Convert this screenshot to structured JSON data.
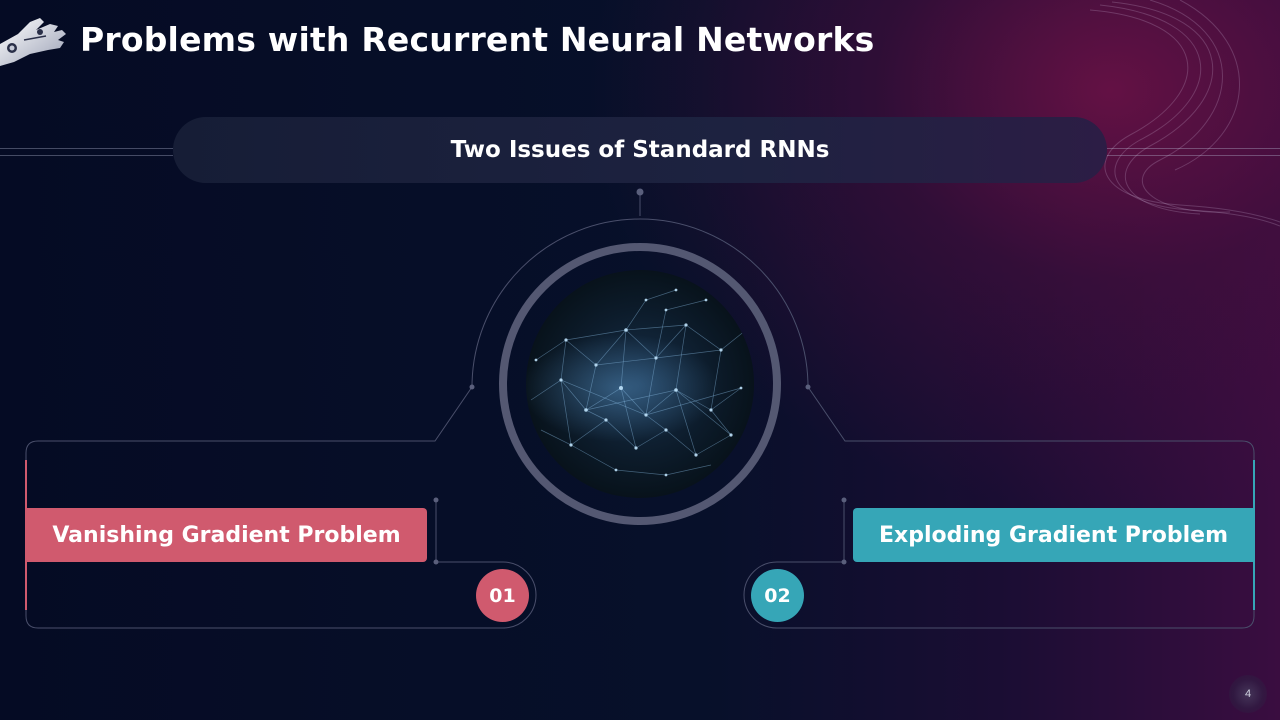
{
  "slide": {
    "title": "Problems with Recurrent Neural Networks",
    "banner": "Two Issues of Standard RNNs",
    "items": [
      {
        "number": "01",
        "label": "Vanishing Gradient Problem",
        "color": "#d05a6e"
      },
      {
        "number": "02",
        "label": "Exploding Gradient Problem",
        "color": "#36a6b7"
      }
    ],
    "page_number": "4",
    "icons": {
      "header": "robot-hand-icon",
      "center": "neural-network-image"
    },
    "colors": {
      "background": "#050b24",
      "accent_magenta": "#6e1246",
      "ring": "#545872"
    }
  }
}
